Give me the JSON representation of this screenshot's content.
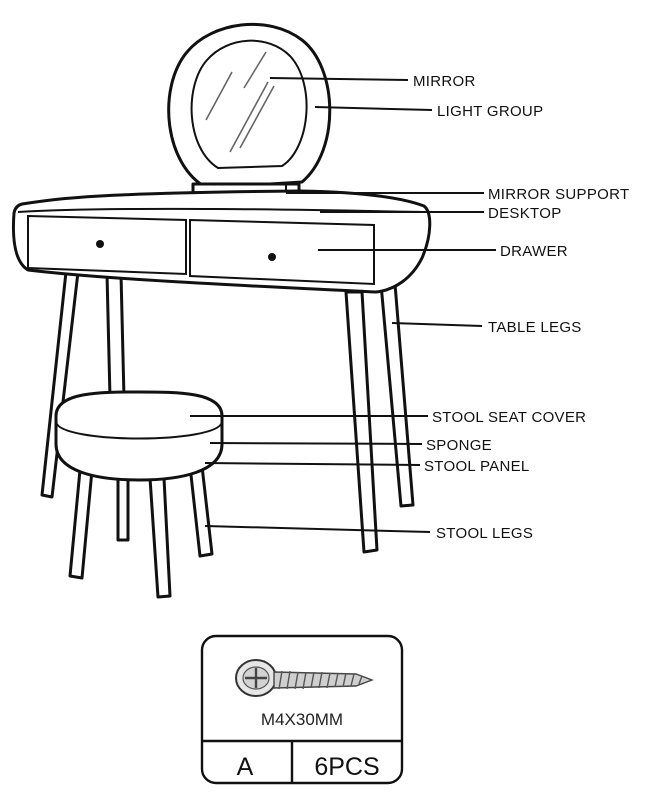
{
  "labels": {
    "mirror": "MIRROR",
    "light_group": "LIGHT GROUP",
    "mirror_support": "MIRROR SUPPORT",
    "desktop": "DESKTOP",
    "drawer": "DRAWER",
    "table_legs": "TABLE LEGS",
    "stool_seat_cover": "STOOL SEAT COVER",
    "sponge": "SPONGE",
    "stool_panel": "STOOL PANEL",
    "stool_legs": "STOOL LEGS"
  },
  "hardware": {
    "spec": "M4X30MM",
    "code": "A",
    "quantity": "6PCS",
    "icon": "screw-icon"
  }
}
